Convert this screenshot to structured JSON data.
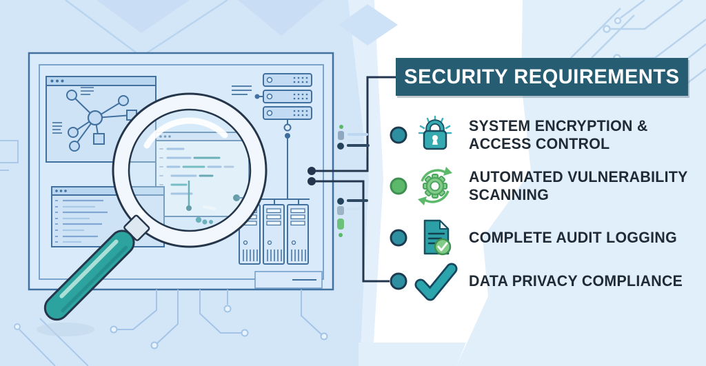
{
  "header": {
    "label": "SECURITY REQUIREMENTS"
  },
  "items": [
    {
      "id": "system-encryption",
      "line1": "SYSTEM ENCRYPTION &",
      "line2": "ACCESS CONTROL",
      "icon": "lock-icon",
      "bullet_color": "#2d8fa0"
    },
    {
      "id": "vulnerability-scanning",
      "line1": "AUTOMATED VULNERABILITY",
      "line2": "SCANNING",
      "icon": "gear-sync-icon",
      "bullet_color": "#5cb96b"
    },
    {
      "id": "audit-logging",
      "line1": "COMPLETE AUDIT LOGGING",
      "line2": "",
      "icon": "document-check-icon",
      "bullet_color": "#2d8fa0"
    },
    {
      "id": "data-privacy",
      "line1": "DATA PRIVACY COMPLIANCE",
      "line2": "",
      "icon": "checkmark-icon",
      "bullet_color": "#2d8fa0"
    }
  ],
  "palette": {
    "banner_background": "#275d72",
    "banner_text": "#ffffff",
    "heading_text": "#212b36",
    "left_background": "#d3e6f8",
    "right_background": "#ffffff",
    "right_panel_blue": "#e1effb",
    "blueprint_outline": "#42719f",
    "accent_teal": "#2da3a0",
    "accent_green": "#5cb96b",
    "connector": "#23364d"
  }
}
